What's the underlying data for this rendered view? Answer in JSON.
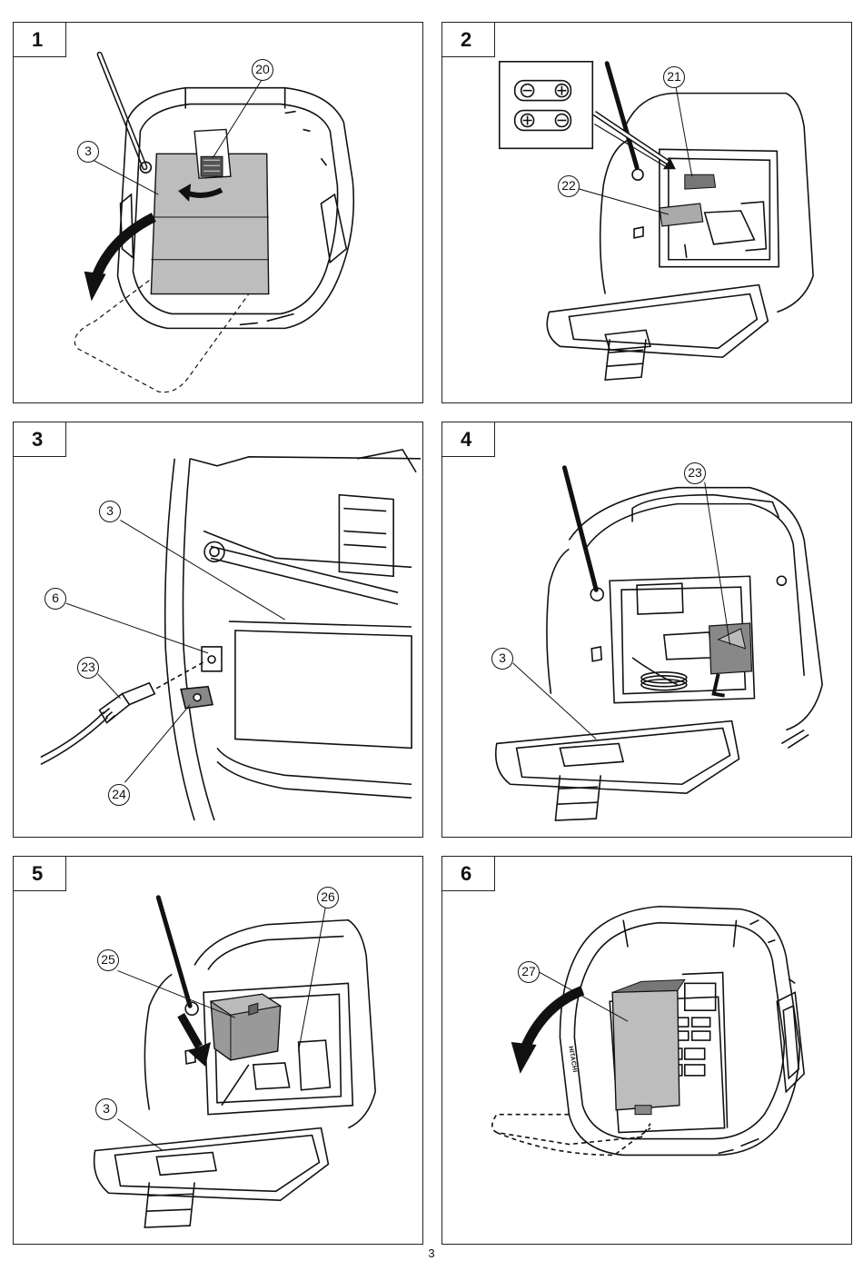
{
  "page_number": "3",
  "figures": [
    {
      "number": "1",
      "callouts": [
        "20",
        "3"
      ]
    },
    {
      "number": "2",
      "callouts": [
        "21",
        "22"
      ]
    },
    {
      "number": "3",
      "callouts": [
        "3",
        "6",
        "23",
        "24"
      ]
    },
    {
      "number": "4",
      "callouts": [
        "23",
        "3"
      ]
    },
    {
      "number": "5",
      "callouts": [
        "26",
        "25",
        "3"
      ]
    },
    {
      "number": "6",
      "callouts": [
        "27"
      ],
      "brand_text": "HITACHI"
    }
  ]
}
